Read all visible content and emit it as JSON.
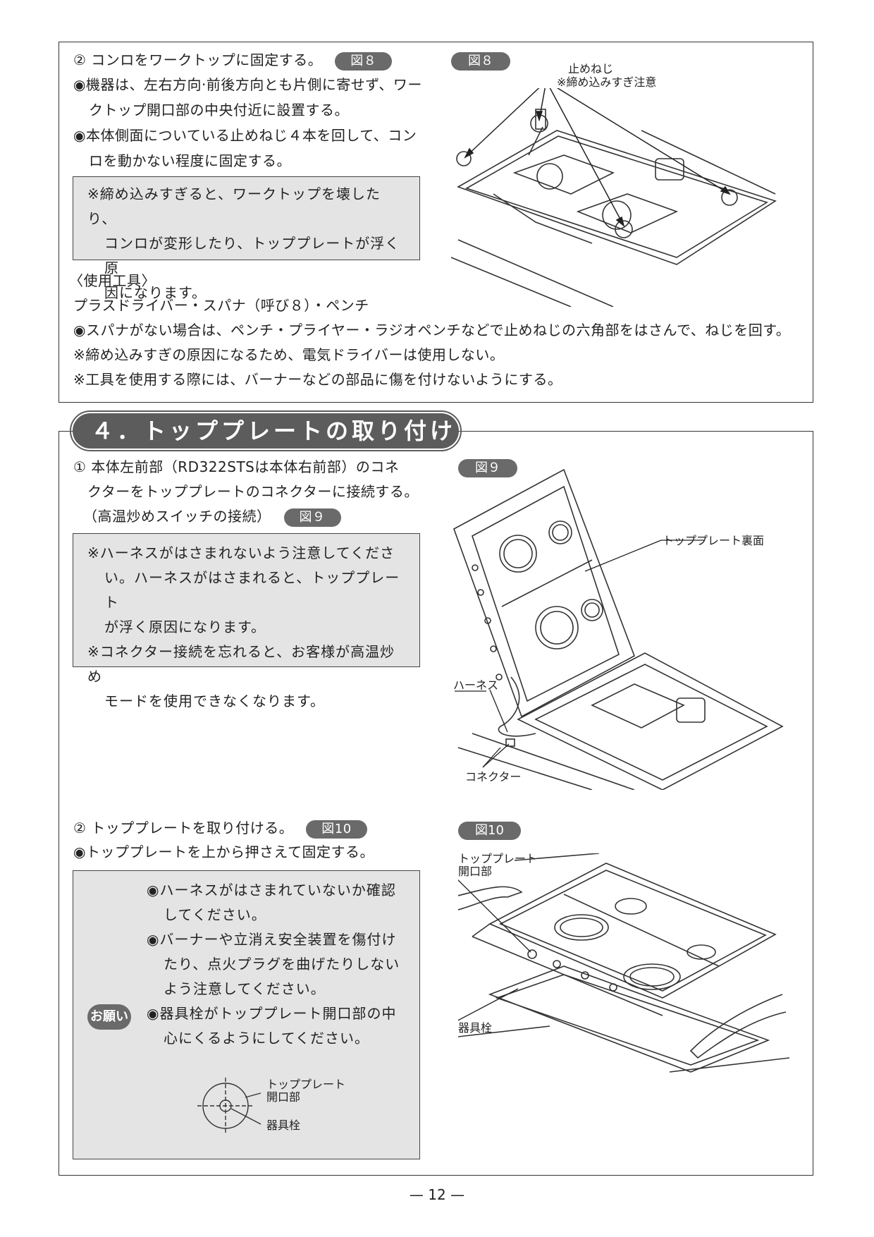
{
  "section3": {
    "step2": "② コンロをワークトップに固定する。",
    "step2_ref": "図８",
    "bullet1_a": "◉機器は、左右方向·前後方向とも片側に寄せず、ワー",
    "bullet1_b": "クトップ開口部の中央付近に設置する。",
    "bullet2_a": "◉本体側面についている止めねじ４本を回して、コン",
    "bullet2_b": "ロを動かない程度に固定する。",
    "note": [
      "※締め込みすぎると、ワークトップを壊したり、",
      "コンロが変形したり、トッププレートが浮く原",
      "因になります。"
    ],
    "tools_heading": "〈使用工具〉",
    "tools_list": "プラスドライバー・スパナ（呼び８）・ペンチ",
    "tools_note1": "◉スパナがない場合は、ペンチ・プライヤー・ラジオペンチなどで止めねじの六角部をはさんで、ねじを回す。",
    "tools_note2": "※締め込みすぎの原因になるため、電気ドライバーは使用しない。",
    "tools_note3": "※工具を使用する際には、バーナーなどの部品に傷を付けないようにする。",
    "fig8": {
      "label": "図８",
      "callout_1": "止めねじ",
      "callout_2": "※締め込みすぎ注意"
    }
  },
  "section4": {
    "title": "４．トッププレートの取り付け",
    "step1_a": "① 本体左前部（RD322STSは本体右前部）のコネ",
    "step1_b": "クターをトッププレートのコネクターに接続する。",
    "step1_c": "（高温炒めスイッチの接続）",
    "step1_ref": "図９",
    "note": [
      "※ハーネスがはさまれないよう注意してくださ",
      "い。ハーネスがはさまれると、トッププレート",
      "が浮く原因になります。",
      "※コネクター接続を忘れると、お客様が高温炒め",
      "モードを使用できなくなります。"
    ],
    "fig9": {
      "label": "図９",
      "callout_back": "トッププレート裏面",
      "callout_harness": "ハーネス",
      "callout_connector": "コネクター"
    },
    "step2": "② トッププレートを取り付ける。",
    "step2_ref": "図10",
    "step2_bullet": "◉トッププレートを上から押さえて固定する。",
    "onegai": "お願い",
    "request": [
      "◉ハーネスがはさまれていないか確認",
      "してください。",
      "◉バーナーや立消え安全装置を傷付け",
      "たり、点火プラグを曲げたりしない",
      "よう注意してください。",
      "◉器具栓がトッププレート開口部の中",
      "心にくるようにしてください。"
    ],
    "small_diagram": {
      "label_1": "トッププレート",
      "label_2": "開口部",
      "label_3": "器具栓"
    },
    "fig10": {
      "label": "図10",
      "callout_1": "トッププレート",
      "callout_2": "開口部",
      "callout_3": "器具栓"
    }
  },
  "page_number": "— 12 —"
}
